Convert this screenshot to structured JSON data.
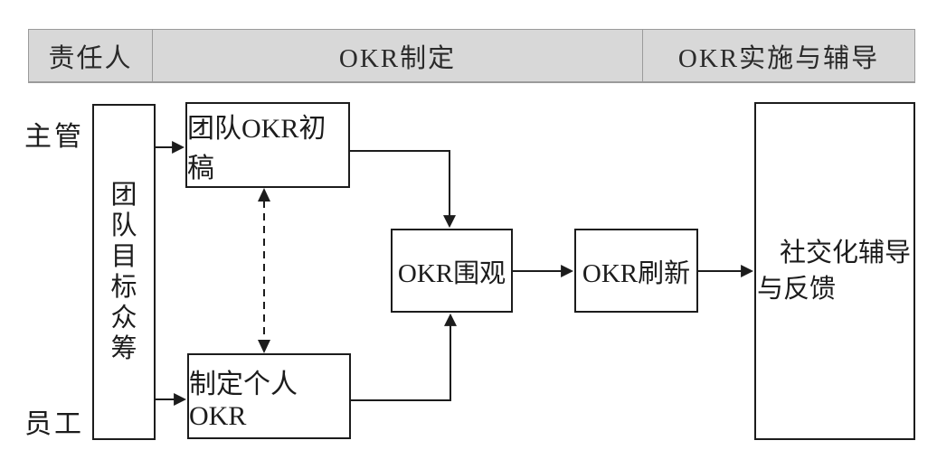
{
  "header": {
    "columns": [
      "责任人",
      "OKR制定",
      "OKR实施与辅导"
    ]
  },
  "lanes": {
    "supervisor": "主管",
    "employee": "员工"
  },
  "nodes": {
    "team_goal_crowdfunding": "团队目标众筹",
    "team_okr_draft": "团队OKR初稿",
    "personal_okr": "制定个人OKR",
    "okr_watch": "OKR围观",
    "okr_refresh": "OKR刷新",
    "social_coaching_feedback": "社交化辅导与反馈"
  },
  "edges": [
    {
      "from": "团队目标众筹",
      "to": "团队OKR初稿",
      "style": "solid",
      "bidirectional": false
    },
    {
      "from": "团队目标众筹",
      "to": "制定个人OKR",
      "style": "solid",
      "bidirectional": false
    },
    {
      "from": "团队OKR初稿",
      "to": "OKR围观",
      "style": "solid",
      "bidirectional": false
    },
    {
      "from": "制定个人OKR",
      "to": "OKR围观",
      "style": "solid",
      "bidirectional": false
    },
    {
      "from": "团队OKR初稿",
      "to": "制定个人OKR",
      "style": "dashed",
      "bidirectional": true
    },
    {
      "from": "OKR围观",
      "to": "OKR刷新",
      "style": "solid",
      "bidirectional": false
    },
    {
      "from": "OKR刷新",
      "to": "社交化辅导与反馈",
      "style": "solid",
      "bidirectional": false
    }
  ],
  "colors": {
    "background": "#ffffff",
    "line": "#1c1c1c",
    "text": "#1c1c1c",
    "header_background": "#d8d8d8",
    "header_border": "#9b9b9b"
  }
}
